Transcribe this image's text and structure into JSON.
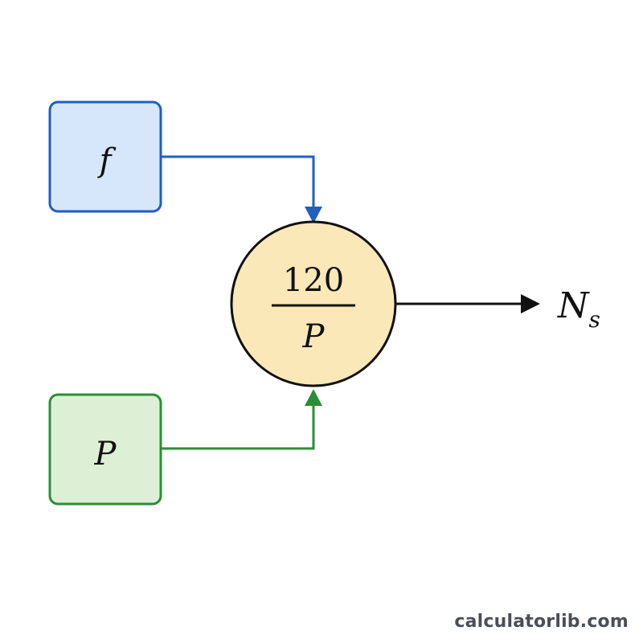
{
  "inputs": {
    "f": {
      "label": "f",
      "fill": "#d6e6fb",
      "stroke": "#1f5fbf"
    },
    "p": {
      "label": "P",
      "fill": "#ddf0d6",
      "stroke": "#2a8f34"
    }
  },
  "operation": {
    "numerator": "120",
    "denominator": "P",
    "fill": "#fbe8b8",
    "stroke": "#111111"
  },
  "output": {
    "symbol": "N",
    "subscript": "s",
    "arrow_color": "#111111"
  },
  "watermark": "calculatorlib.com"
}
